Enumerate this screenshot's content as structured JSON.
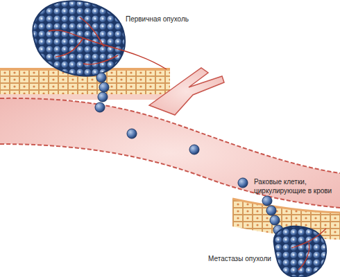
{
  "diagram": {
    "labels": [
      "Первичная опухоль",
      "Раковые клетки, циркулирующие в крови",
      "Метастазы опухоли"
    ]
  }
}
